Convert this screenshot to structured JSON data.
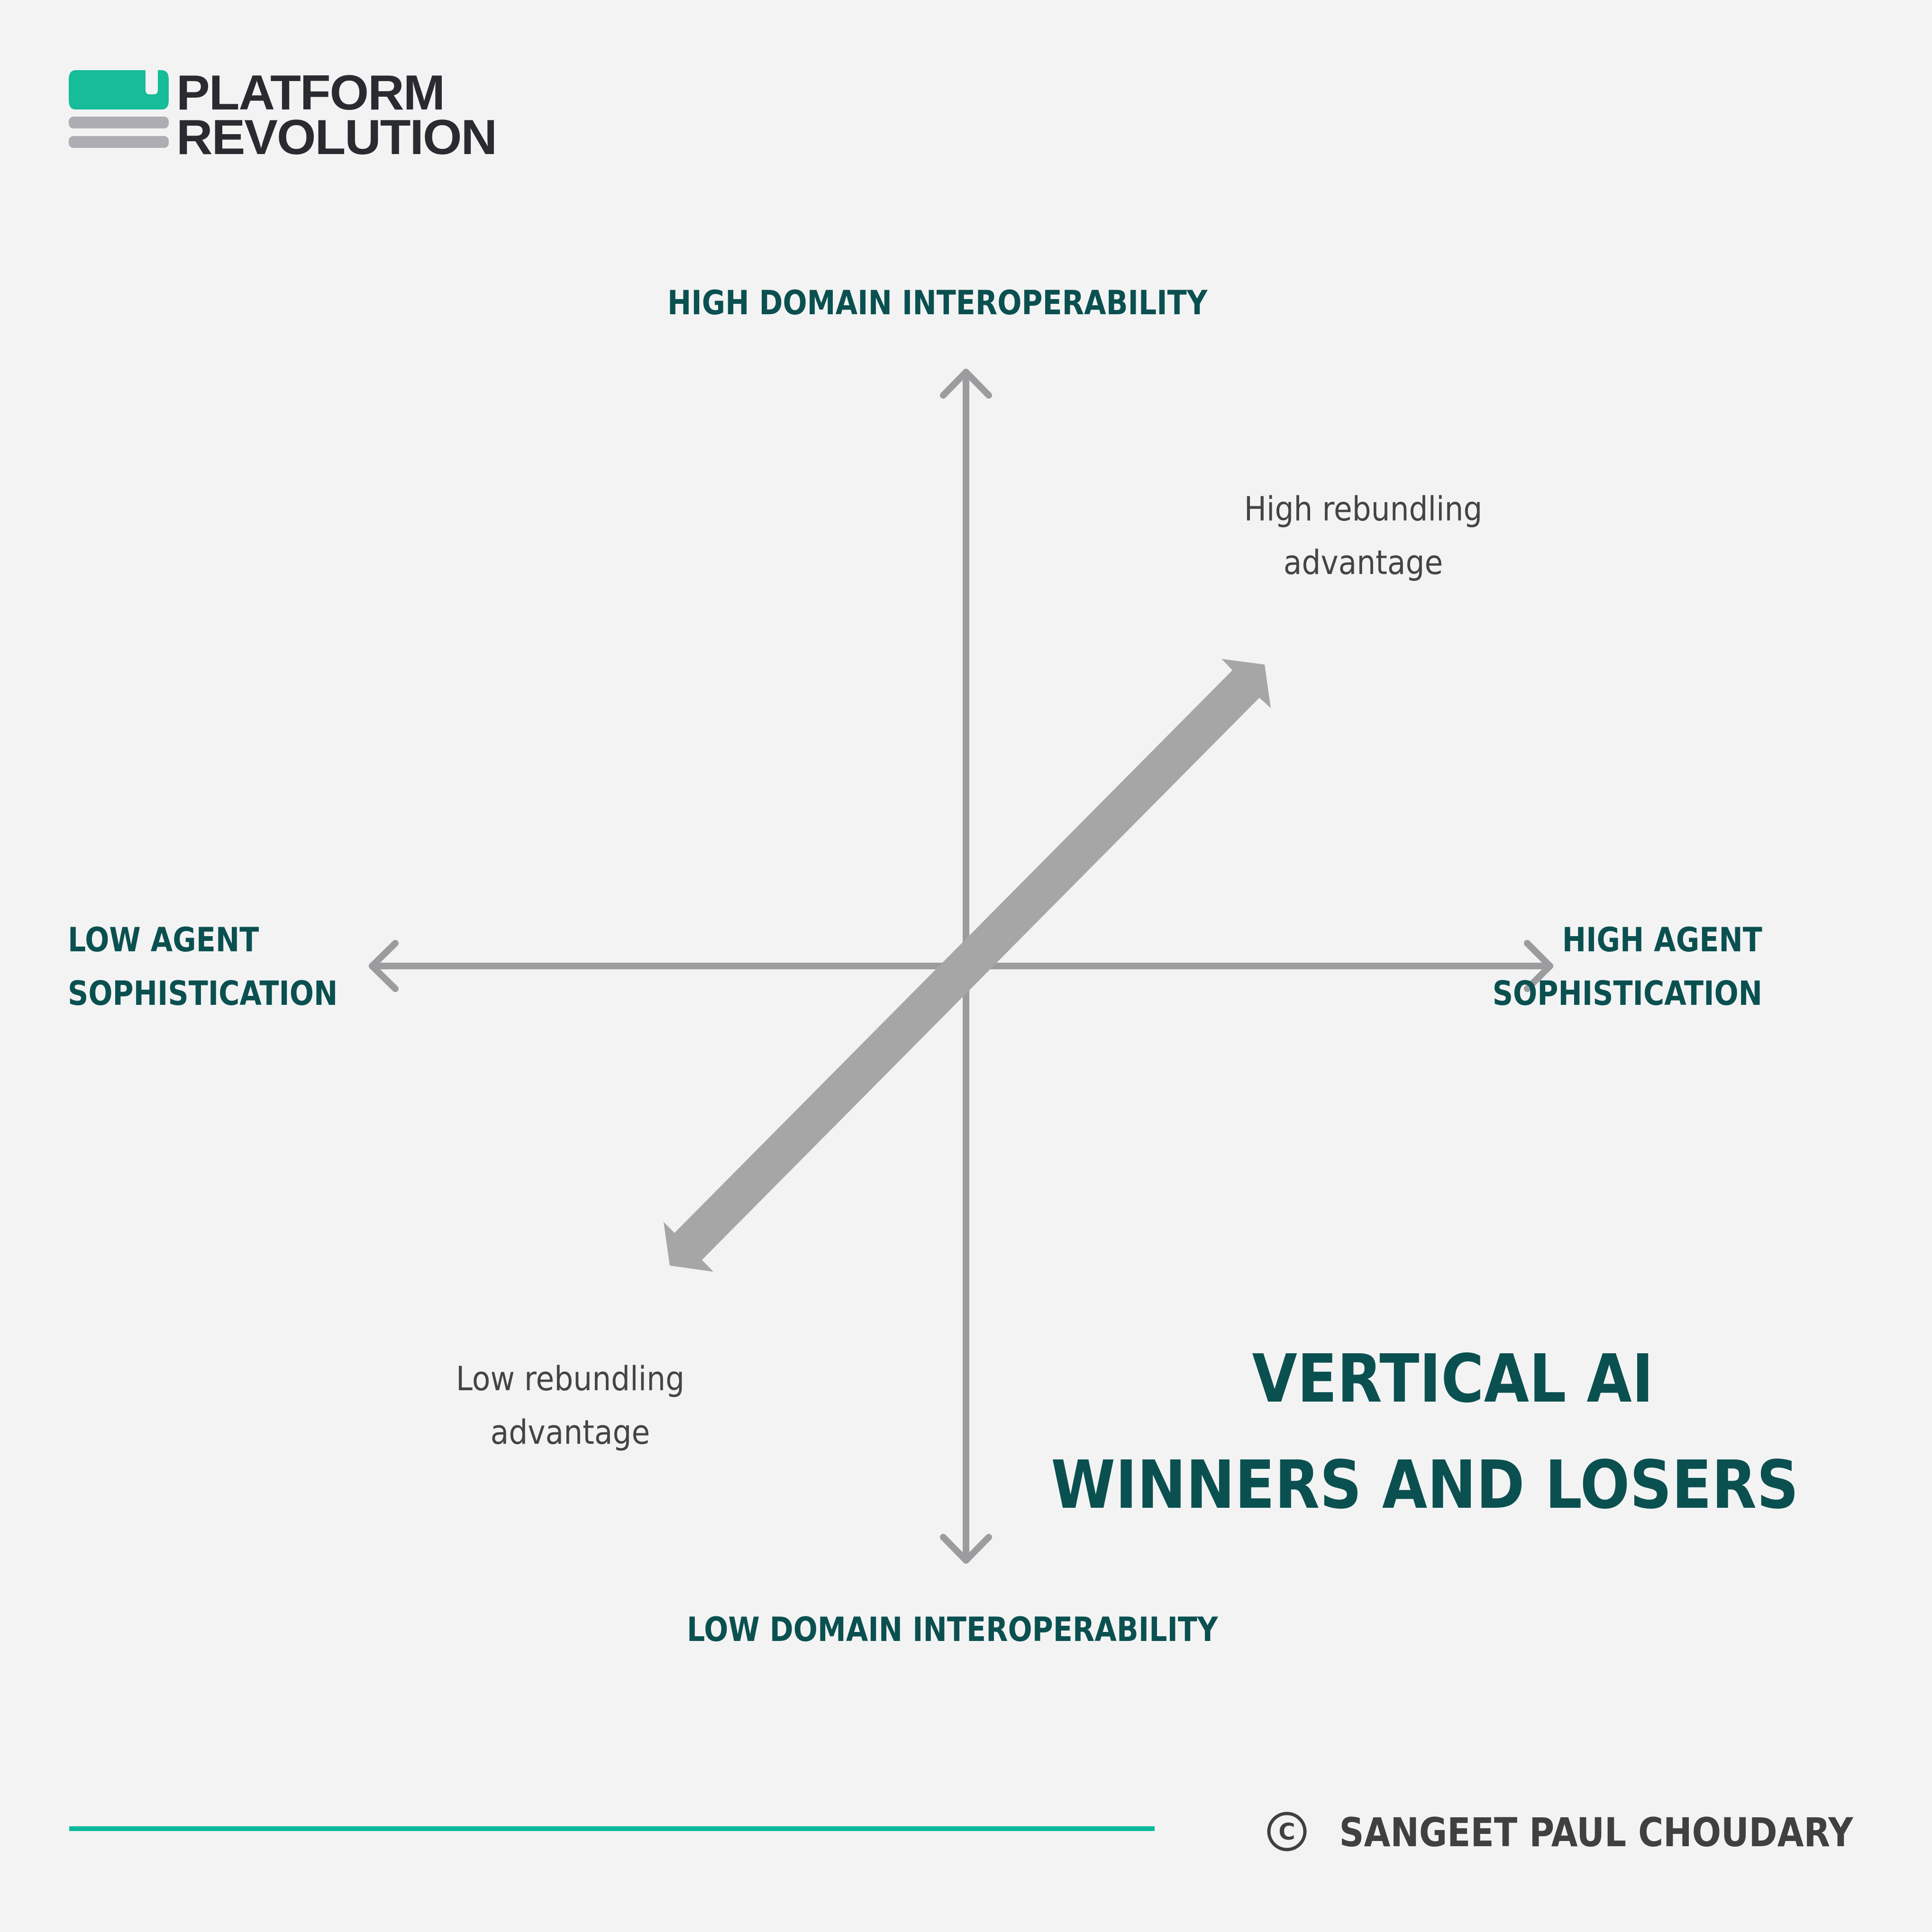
{
  "logo": {
    "line1": "PLATFORM",
    "line2": "REVOLUTION",
    "colors": {
      "block": "#17BC98",
      "bars": "#ADADB3",
      "text": "#2A2B30"
    }
  },
  "axes": {
    "top_label": "HIGH DOMAIN INTEROPERABILITY",
    "bottom_label": "LOW DOMAIN INTEROPERABILITY",
    "left_label": {
      "line1": "LOW AGENT",
      "line2": "SOPHISTICATION"
    },
    "right_label": {
      "line1": "HIGH AGENT",
      "line2": "SOPHISTICATION"
    },
    "color": "#9C9C9E"
  },
  "annotations": {
    "high": {
      "line1": "High rebundling",
      "line2": "advantage"
    },
    "low": {
      "line1": "Low rebundling",
      "line2": "advantage"
    }
  },
  "diagonal_arrow": {
    "color": "#A6A6A6",
    "direction": "bidirectional"
  },
  "title": {
    "line1": "VERTICAL AI",
    "line2": "WINNERS AND LOSERS"
  },
  "footer": {
    "copyright_symbol": "©",
    "author": "SANGEET PAUL CHOUDARY",
    "rule_color": "#06BA9A"
  },
  "colors": {
    "background": "#F3F3F3",
    "label_teal": "#0B5050",
    "annotation_gray": "#444444"
  }
}
